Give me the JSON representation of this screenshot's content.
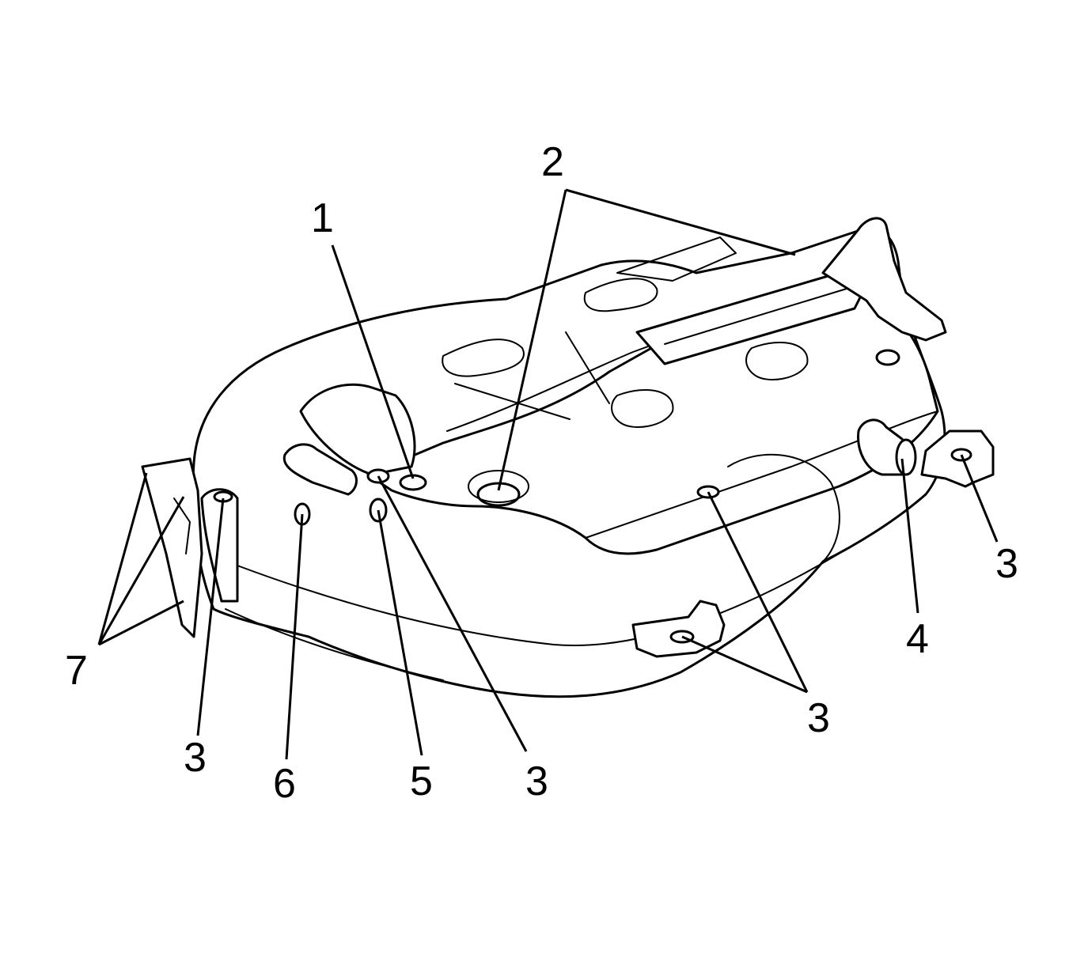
{
  "diagram": {
    "subject": "intake-manifest",
    "line_color": "#000000",
    "background": "#ffffff",
    "callouts": [
      {
        "id": "c1",
        "label": "1"
      },
      {
        "id": "c2",
        "label": "2"
      },
      {
        "id": "c3a",
        "label": "3"
      },
      {
        "id": "c3b",
        "label": "3"
      },
      {
        "id": "c3c",
        "label": "3"
      },
      {
        "id": "c3d",
        "label": "3"
      },
      {
        "id": "c4",
        "label": "4"
      },
      {
        "id": "c5",
        "label": "5"
      },
      {
        "id": "c6",
        "label": "6"
      },
      {
        "id": "c7",
        "label": "7"
      }
    ]
  }
}
